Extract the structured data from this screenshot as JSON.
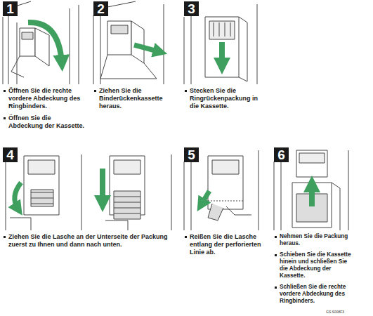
{
  "diagram": {
    "nodes": [
      {
        "text": [
          "1",
          "Öffnen Sie die rechte vordere Abdeckung des Ringbinders.",
          "Öffnen Sie die Abdeckung der Kassette."
        ]
      },
      {
        "text": [
          "2",
          "Ziehen Sie die Binderückenkassette heraus."
        ]
      },
      {
        "text": [
          "3",
          "Stecken Sie die Ringrückenpackung in die Kassette."
        ]
      },
      {
        "text": [
          "4",
          "Ziehen Sie die Lasche an der Unterseite der Packung zuerst zu Ihnen und dann nach unten."
        ]
      },
      {
        "text": [
          "5",
          "Reißen Sie die Lasche entlang der perforierten Linie ab."
        ]
      },
      {
        "text": [
          "6",
          "Nehmen Sie die Packung heraus.",
          "Schieben Sie die Kassette hinein und schließen Sie die Abdeckung der Kassette.",
          "Schließen Sie die rechte vordere Abdeckung des Ringbinders."
        ]
      }
    ],
    "labels": [
      "GS S008F3"
    ]
  }
}
